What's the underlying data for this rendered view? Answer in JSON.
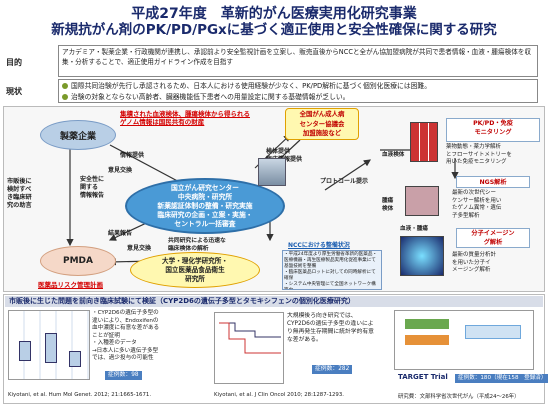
{
  "header": {
    "title_line1": "平成27年度　革新的がん医療実用化研究事業",
    "title_line2": "新規抗がん剤のPK/PD/PGxに基づく適正使用と安全性確保に関する研究"
  },
  "purpose": {
    "label": "目的",
    "text": "アカデミア・製薬企業・行政機関が連携し、承認前より安全監視計画を立案し、販売直後からNCCと全がん協加盟病院が共同で患者情報・血液・腫瘍検体を収集・分析することで、適正使用ガイドライン作成を目指す"
  },
  "status": {
    "label": "現状",
    "items": [
      "国際共同治験が先行し承認されるため、日本人における使用経験が少なく、PK/PD解析に基づく個別化医療には困難。",
      "治験の対象とならない高齢者、臓器機能低下患者への用量設定に関する基礎情報が乏しい。"
    ]
  },
  "diagram": {
    "pharma": "製薬企業",
    "pmda": "PMDA",
    "pmda_sub": "医薬品リスク管理計画",
    "ncc": "国立がん研究センター\n中央病院・研究所\n新薬認証体制の整備・研究実施\n臨床研究の企画・立案・実施・\nセントラル一括審査",
    "university": "大学・理化学研究所・\n国立医薬品食品衛生\n研究所",
    "hospitals": "全国がん成人病\nセンター協議会\n加盟施設など",
    "red_note": "集積された血液検体、腫瘍検体から得られる\nゲノム情報は国民共有の財産",
    "left_vertical": "市販後に\n検討すべ\nき臨床研\n究の助言",
    "safety": "安全性に\n関する\n情報報告",
    "info_provide": "情報提供",
    "info_share": "意見交換",
    "result_report": "結果報告",
    "sample_info": "検体提供\n臨床情報提供",
    "protocol": "プロトコール提示",
    "exchange2": "意見交換",
    "joint": "共同研究による迅速な\n臨床検体の解析",
    "ncc_title": "NCCにおける整備状況",
    "ncc_items": "・平成24年度より厚生労働省革新的医薬品・医療機器・再生医療製品実用化促進事業にて基盤技術を整備\n・臨床医薬品ロットに対しての同時解析にて確保\n・システム中央管理にて全国ネットワーク構築中\n・全国がん成人病センターと連携し、教育研修ネットワーク構築済み",
    "blood": "血液検体",
    "tumor": "腫瘍\n検体",
    "pkpd_title": "PK/PD・免疫\nモニタリング",
    "pkpd_desc": "薬物動態・薬力学解析\nとフローサイトメトリーを\n用いた免疫モニタリング",
    "ngs_title": "NGS解析",
    "ngs_desc": "最新の次世代シー\nケンサー解析を用い\nたゲノム異常・遺伝\n子多型解析",
    "imaging_title": "分子イメージン\nグ解析",
    "imaging_desc": "最新の質量分析計\nを用いた分子イ\nメージング解析",
    "blood_tumor": "血液・腫瘍"
  },
  "bottom": {
    "banner": "市販後に生じた問題を前向き臨床試験にて検証（CYP2D6の遺伝子多型とタモキシフェンの個別化医療研究）",
    "panel1": "・CYP2D6の遺伝子多型の違いにより、Endoxifenの血中濃度に有意な差があることが証明\n・入種差のデータ\n→日本人に多い遺伝子多型では、過少投与の可能性",
    "panel1_badge": "症例数：98",
    "panel1_ref": "Kiyotani, et al. Hum Mol Genet. 2012; 21:1665-1671.",
    "panel2": "大規模後ろ向き研究では、CYP2D6の遺伝子多型の違いにより無再発生存期間に統計学的有意な差がある。",
    "panel2_badge": "症例数：282",
    "panel2_ref": "Kiyotani, et al. J Clin Oncol 2010; 28:1287-1293.",
    "panel3_label": "TARGET Trial",
    "panel3_badge": "症例数：180（現在158　登録済）",
    "panel3_ref": "研究費：文部科学省次世代がん（平成24〜26年）"
  }
}
